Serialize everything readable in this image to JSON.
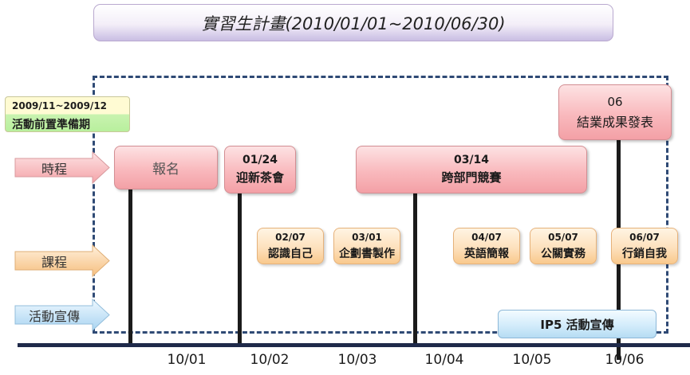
{
  "title": "實習生計畫(2010/01/01~2010/06/30)",
  "prep_period": {
    "dates": "2009/11~2009/12",
    "label": "活動前置準備期"
  },
  "rows": [
    {
      "label": "時程",
      "color": "#f7aeb2"
    },
    {
      "label": "課程",
      "color": "#f8c98f"
    },
    {
      "label": "活動宣傳",
      "color": "#b5d9f2"
    }
  ],
  "schedule": [
    {
      "date": "",
      "name": "報名"
    },
    {
      "date": "01/24",
      "name": "迎新茶會"
    },
    {
      "date": "03/14",
      "name": "跨部門競賽"
    },
    {
      "date": "06",
      "name": "結業成果發表"
    }
  ],
  "courses": [
    {
      "date": "02/07",
      "name": "認識自己"
    },
    {
      "date": "03/01",
      "name": "企劃書製作"
    },
    {
      "date": "04/07",
      "name": "英語簡報"
    },
    {
      "date": "05/07",
      "name": "公關實務"
    },
    {
      "date": "06/07",
      "name": "行銷自我"
    }
  ],
  "promotion": "IP5 活動宣傳",
  "months": [
    "10/01",
    "10/02",
    "10/03",
    "10/04",
    "10/05",
    "10/06"
  ]
}
